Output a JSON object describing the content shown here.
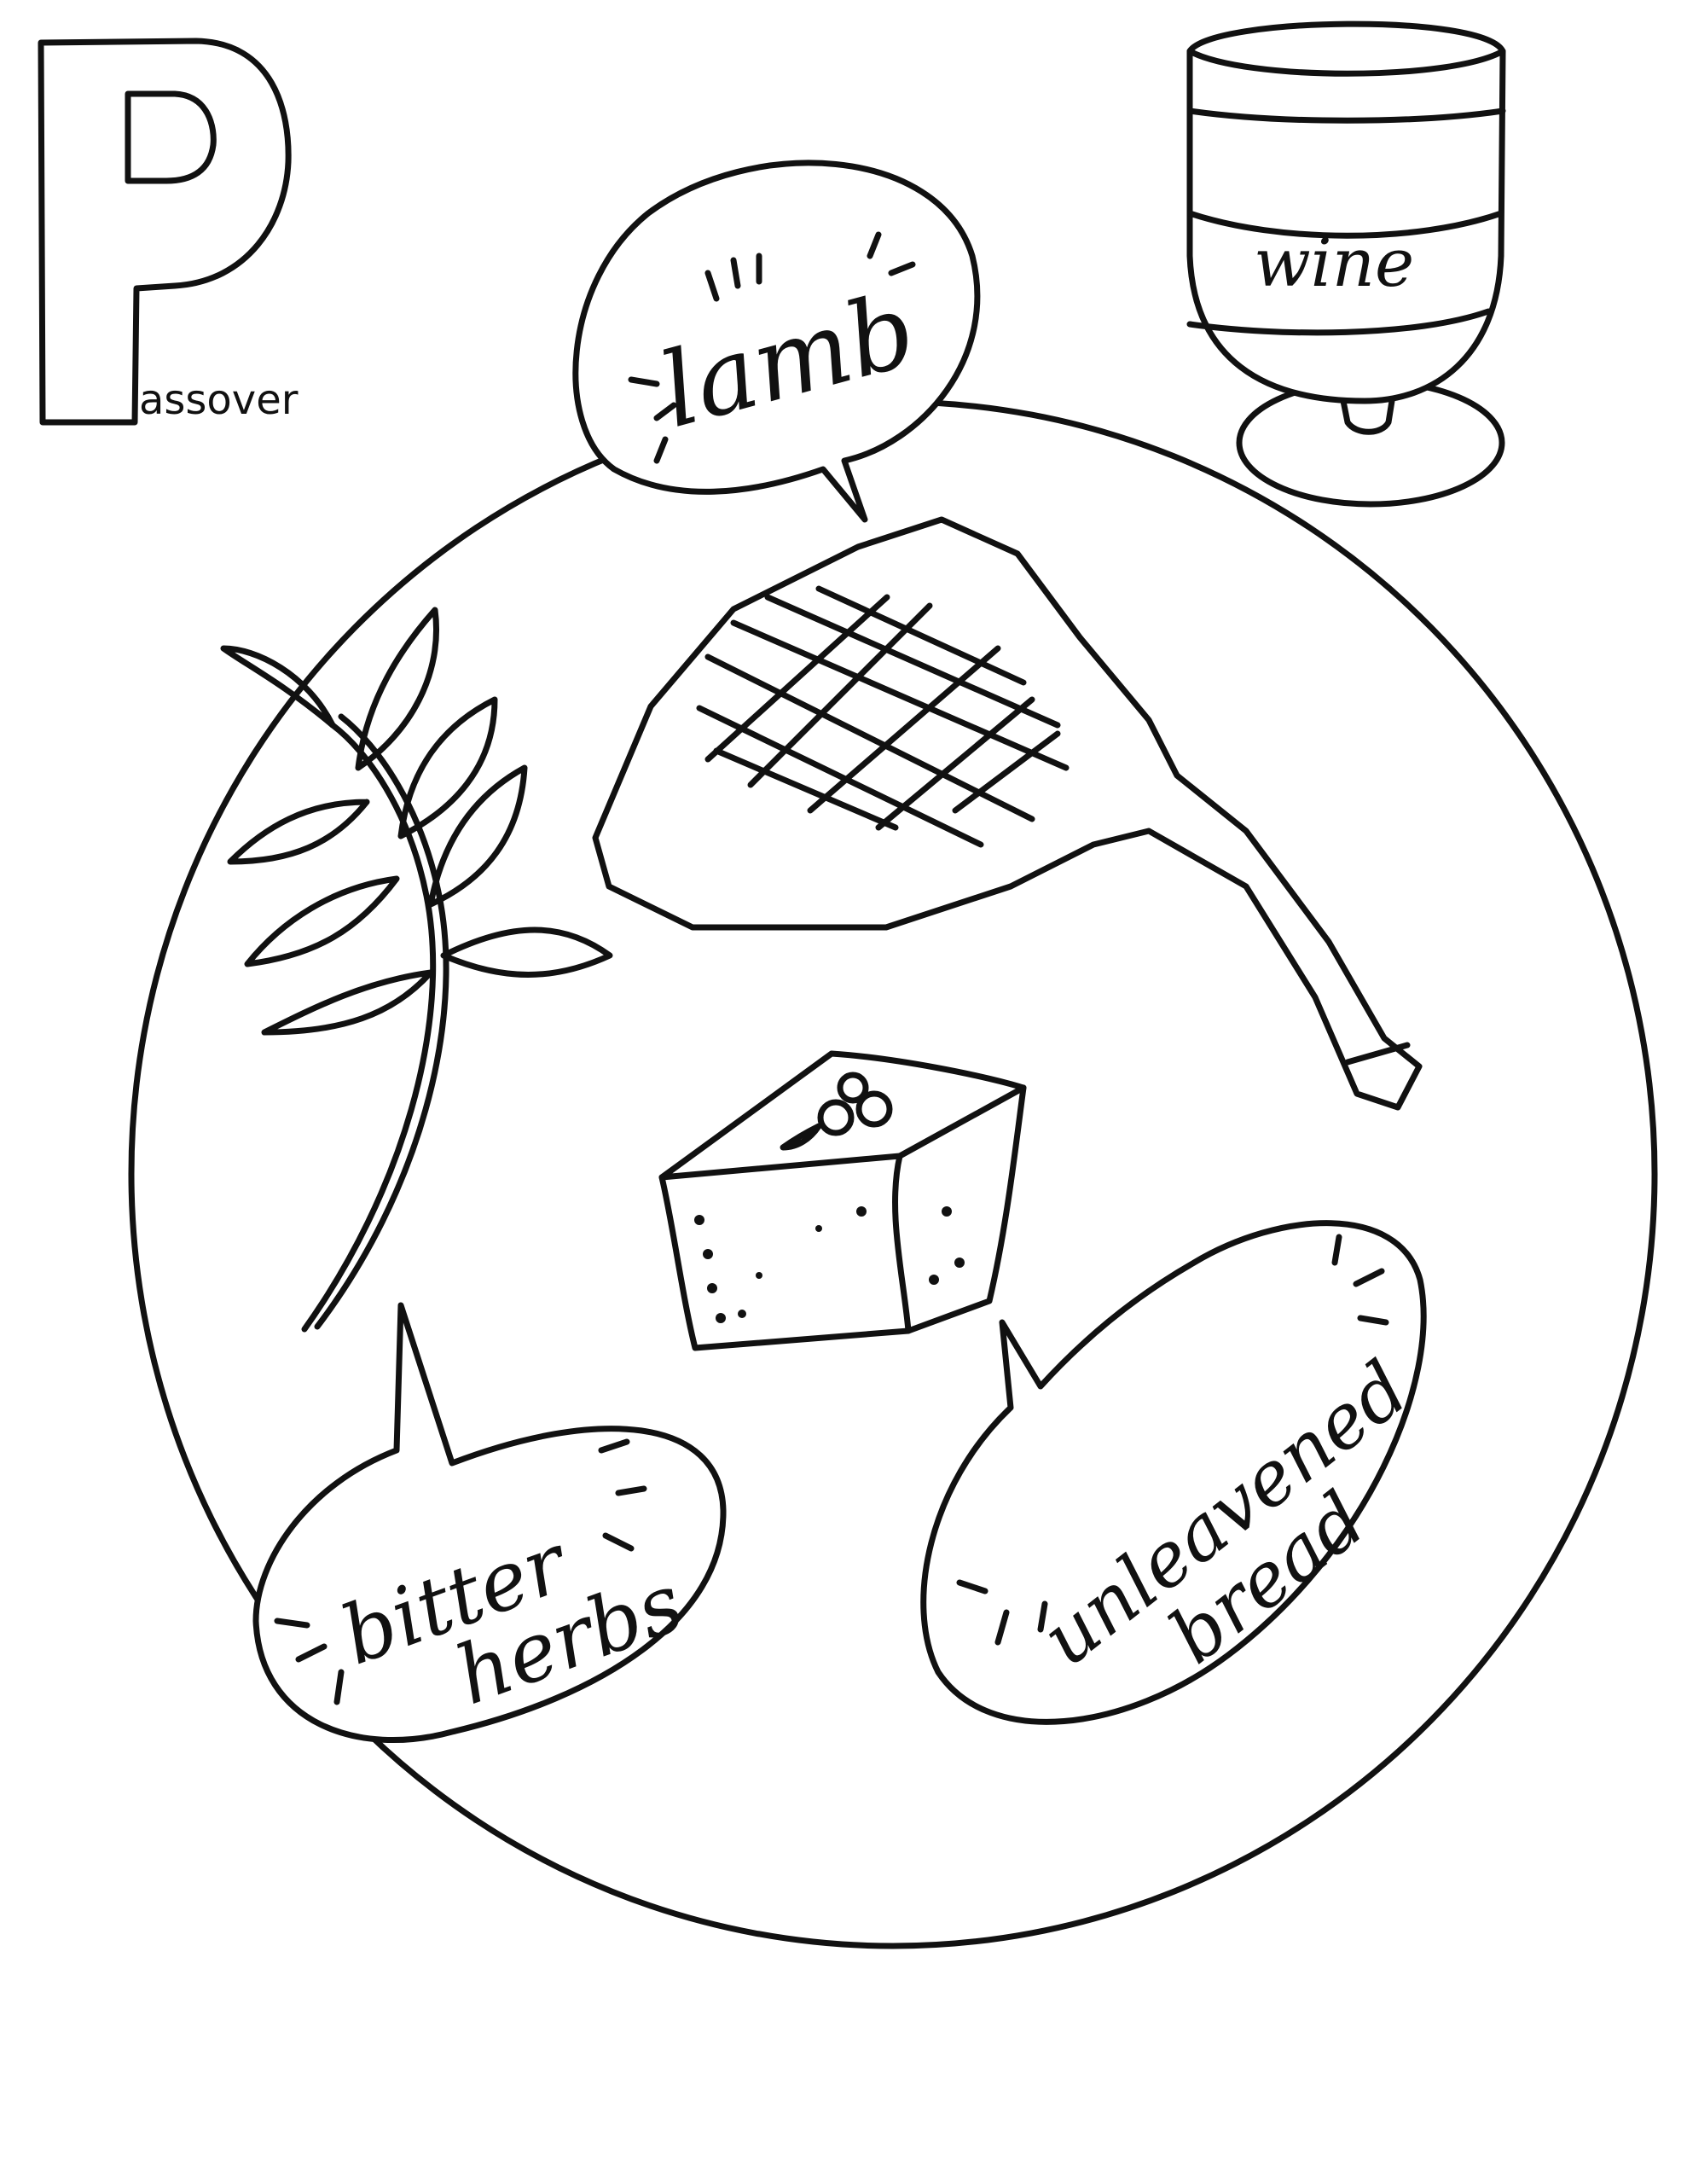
{
  "page": {
    "letter": "P",
    "word_rest": "assover",
    "labels": {
      "wine": "wine",
      "lamb": "lamb",
      "bitter_herbs_line1": "bitter",
      "bitter_herbs_line2": "herbs",
      "unleavened_line1": "unleavened",
      "unleavened_line2": "bread"
    },
    "colors": {
      "ink": "#111111",
      "paper": "#ffffff"
    }
  }
}
